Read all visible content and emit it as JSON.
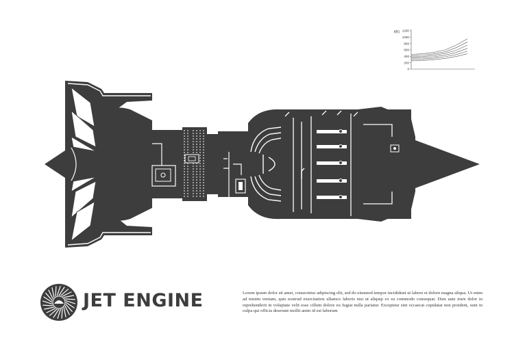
{
  "brand": {
    "title": "JET ENGINE",
    "description": "Lorem ipsum dolor sit amet, consectetur adipiscing elit, sed do eiusmod tempor incididunt ut labore et dolore magna aliqua. Ut enim ad minim veniam, quis nostrud exercitation ullamco laboris nisi ut aliquip ex ea commodo consequat. Duis aute irure dolor in reprehenderit in voluptate velit esse cillum dolore eu fugiat nulla pariatur. Excepteur sint occaecat cupidatat non proident, sunt in culpa qui officia deserunt mollit anim id est laborum"
  },
  "colors": {
    "ink": "#3d3d3d",
    "paper": "#ffffff",
    "fan_blade": "#ffffff"
  },
  "icons": {
    "engine_diagram": "jet-engine-cutaway",
    "logo": "turbofan-front-view-icon"
  },
  "chart_data": {
    "type": "line",
    "ylabel": "t(K)",
    "xlabel": "",
    "y_ticks": [
      "1200",
      "1000",
      "800",
      "600",
      "400",
      "200",
      "0"
    ],
    "ylim": [
      0,
      1200
    ],
    "xlim": [
      0,
      10
    ],
    "series": [
      {
        "values": [
          [
            0,
            460
          ],
          [
            2,
            480
          ],
          [
            4,
            520
          ],
          [
            6,
            600
          ],
          [
            8,
            750
          ],
          [
            10,
            950
          ]
        ]
      },
      {
        "values": [
          [
            0,
            420
          ],
          [
            2,
            440
          ],
          [
            4,
            475
          ],
          [
            6,
            540
          ],
          [
            8,
            670
          ],
          [
            10,
            850
          ]
        ]
      },
      {
        "values": [
          [
            0,
            380
          ],
          [
            2,
            395
          ],
          [
            4,
            430
          ],
          [
            6,
            490
          ],
          [
            8,
            590
          ],
          [
            10,
            750
          ]
        ]
      },
      {
        "values": [
          [
            0,
            340
          ],
          [
            2,
            355
          ],
          [
            4,
            385
          ],
          [
            6,
            435
          ],
          [
            8,
            520
          ],
          [
            10,
            650
          ]
        ]
      },
      {
        "values": [
          [
            0,
            300
          ],
          [
            2,
            315
          ],
          [
            4,
            340
          ],
          [
            6,
            385
          ],
          [
            8,
            455
          ],
          [
            10,
            560
          ]
        ]
      },
      {
        "values": [
          [
            0,
            260
          ],
          [
            2,
            270
          ],
          [
            4,
            295
          ],
          [
            6,
            335
          ],
          [
            8,
            395
          ],
          [
            10,
            480
          ]
        ]
      }
    ]
  }
}
